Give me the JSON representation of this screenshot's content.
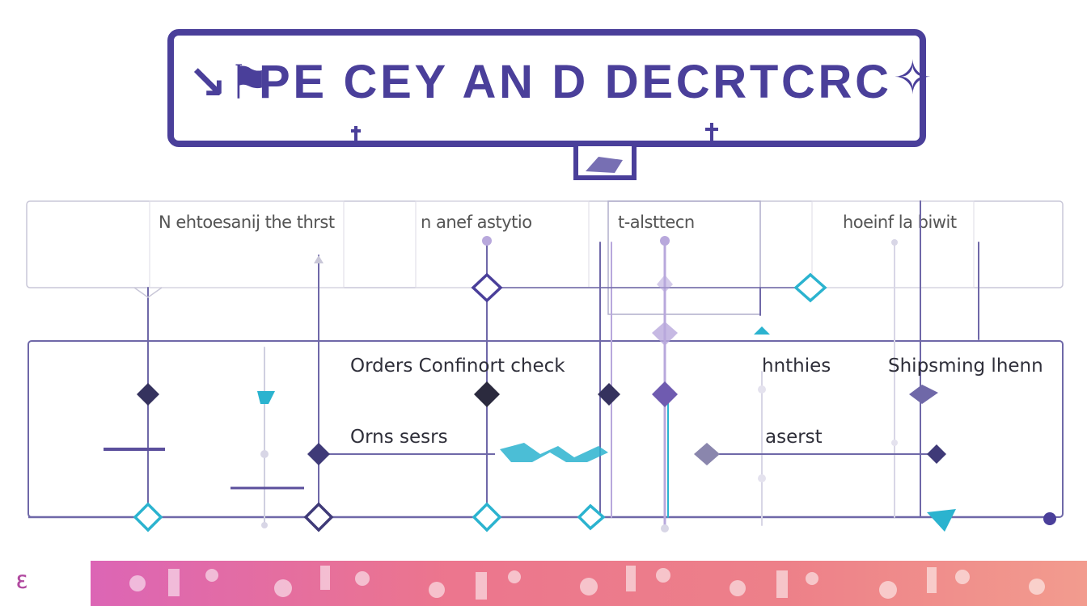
{
  "title": {
    "text": "PE CEY AN D DECRTCRC",
    "left_glyph": "↘⚑",
    "right_glyph": "✧"
  },
  "columns": [
    {
      "label": "N ehtoesanij the thrst"
    },
    {
      "label": "n anef astytio"
    },
    {
      "label": "t-alsttecn"
    },
    {
      "label": "hoeinf la biwit"
    }
  ],
  "lanes": [
    {
      "label": "Orders Confinort check"
    },
    {
      "label": "hnthies"
    },
    {
      "label": "Shipsming lhenn"
    },
    {
      "label": "Orns sesrs"
    },
    {
      "label": "aserst"
    }
  ],
  "footer": {
    "left_mark": "ℇ"
  },
  "colors": {
    "primary": "#4a3f9a",
    "dark": "#35325e",
    "teal": "#2bb3cf",
    "lavender": "#b8a8dc",
    "pink": "#e5608f",
    "line": "#6f68a8",
    "text": "#2f2f3a",
    "muted": "#555555"
  }
}
